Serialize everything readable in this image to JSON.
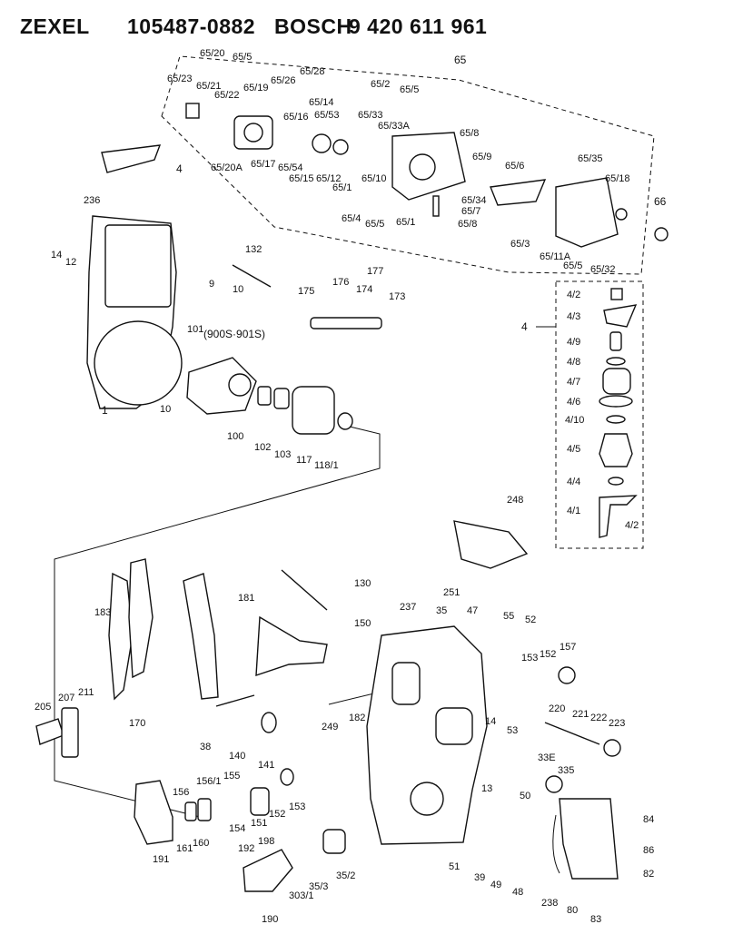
{
  "header": {
    "brand1": "ZEXEL",
    "code1": "105487-0882",
    "brand2": "BOSCH",
    "code2": "9 420 611 961"
  },
  "labels": [
    {
      "id": "65",
      "text": "65"
    },
    {
      "id": "65-20",
      "text": "65/20"
    },
    {
      "id": "65-5a",
      "text": "65/5"
    },
    {
      "id": "65-23",
      "text": "65/23"
    },
    {
      "id": "65-21",
      "text": "65/21"
    },
    {
      "id": "65-22",
      "text": "65/22"
    },
    {
      "id": "65-19",
      "text": "65/19"
    },
    {
      "id": "65-26",
      "text": "65/26"
    },
    {
      "id": "65-28",
      "text": "65/28"
    },
    {
      "id": "65-14",
      "text": "65/14"
    },
    {
      "id": "65-16",
      "text": "65/16"
    },
    {
      "id": "65-53",
      "text": "65/53"
    },
    {
      "id": "65-2",
      "text": "65/2"
    },
    {
      "id": "65-5b",
      "text": "65/5"
    },
    {
      "id": "65-33",
      "text": "65/33"
    },
    {
      "id": "65-33a",
      "text": "65/33A"
    },
    {
      "id": "65-8a",
      "text": "65/8"
    },
    {
      "id": "65-20a",
      "text": "65/20A"
    },
    {
      "id": "65-17",
      "text": "65/17"
    },
    {
      "id": "65-54",
      "text": "65/54"
    },
    {
      "id": "65-15",
      "text": "65/15"
    },
    {
      "id": "65-12",
      "text": "65/12"
    },
    {
      "id": "65-1a",
      "text": "65/1"
    },
    {
      "id": "65-10",
      "text": "65/10"
    },
    {
      "id": "65-9",
      "text": "65/9"
    },
    {
      "id": "65-6",
      "text": "65/6"
    },
    {
      "id": "65-35",
      "text": "65/35"
    },
    {
      "id": "65-18",
      "text": "65/18"
    },
    {
      "id": "65-34",
      "text": "65/34"
    },
    {
      "id": "65-7",
      "text": "65/7"
    },
    {
      "id": "65-8b",
      "text": "65/8"
    },
    {
      "id": "65-4",
      "text": "65/4"
    },
    {
      "id": "65-5c",
      "text": "65/5"
    },
    {
      "id": "65-1b",
      "text": "65/1"
    },
    {
      "id": "65-3",
      "text": "65/3"
    },
    {
      "id": "65-11a",
      "text": "65/11A"
    },
    {
      "id": "65-5d",
      "text": "65/5"
    },
    {
      "id": "65-32",
      "text": "65/32"
    },
    {
      "id": "66",
      "text": "66"
    },
    {
      "id": "4a",
      "text": "4"
    },
    {
      "id": "236",
      "text": "236"
    },
    {
      "id": "14a",
      "text": "14"
    },
    {
      "id": "12",
      "text": "12"
    },
    {
      "id": "132",
      "text": "132"
    },
    {
      "id": "9",
      "text": "9"
    },
    {
      "id": "10a",
      "text": "10"
    },
    {
      "id": "175",
      "text": "175"
    },
    {
      "id": "176",
      "text": "176"
    },
    {
      "id": "174",
      "text": "174"
    },
    {
      "id": "177",
      "text": "177"
    },
    {
      "id": "173",
      "text": "173"
    },
    {
      "id": "101",
      "text": "101"
    },
    {
      "id": "900s",
      "text": "(900S·901S)"
    },
    {
      "id": "1",
      "text": "1"
    },
    {
      "id": "10b",
      "text": "10"
    },
    {
      "id": "100",
      "text": "100"
    },
    {
      "id": "102",
      "text": "102"
    },
    {
      "id": "103",
      "text": "103"
    },
    {
      "id": "117",
      "text": "117"
    },
    {
      "id": "118-1",
      "text": "118/1"
    },
    {
      "id": "4b",
      "text": "4"
    },
    {
      "id": "4-2a",
      "text": "4/2"
    },
    {
      "id": "4-3",
      "text": "4/3"
    },
    {
      "id": "4-9",
      "text": "4/9"
    },
    {
      "id": "4-8",
      "text": "4/8"
    },
    {
      "id": "4-7",
      "text": "4/7"
    },
    {
      "id": "4-6",
      "text": "4/6"
    },
    {
      "id": "4-10",
      "text": "4/10"
    },
    {
      "id": "4-5",
      "text": "4/5"
    },
    {
      "id": "4-4",
      "text": "4/4"
    },
    {
      "id": "4-1",
      "text": "4/1"
    },
    {
      "id": "4-2b",
      "text": "4/2"
    },
    {
      "id": "248",
      "text": "248"
    },
    {
      "id": "183",
      "text": "183"
    },
    {
      "id": "181",
      "text": "181"
    },
    {
      "id": "130",
      "text": "130"
    },
    {
      "id": "150",
      "text": "150"
    },
    {
      "id": "251",
      "text": "251"
    },
    {
      "id": "55",
      "text": "55"
    },
    {
      "id": "52",
      "text": "52"
    },
    {
      "id": "237",
      "text": "237"
    },
    {
      "id": "35",
      "text": "35"
    },
    {
      "id": "47",
      "text": "47"
    },
    {
      "id": "153a",
      "text": "153"
    },
    {
      "id": "152a",
      "text": "152"
    },
    {
      "id": "157",
      "text": "157"
    },
    {
      "id": "205",
      "text": "205"
    },
    {
      "id": "207",
      "text": "207"
    },
    {
      "id": "211",
      "text": "211"
    },
    {
      "id": "170",
      "text": "170"
    },
    {
      "id": "38",
      "text": "38"
    },
    {
      "id": "140",
      "text": "140"
    },
    {
      "id": "141",
      "text": "141"
    },
    {
      "id": "249",
      "text": "249"
    },
    {
      "id": "182",
      "text": "182"
    },
    {
      "id": "220",
      "text": "220"
    },
    {
      "id": "221",
      "text": "221"
    },
    {
      "id": "222",
      "text": "222"
    },
    {
      "id": "223",
      "text": "223"
    },
    {
      "id": "14b",
      "text": "14"
    },
    {
      "id": "53",
      "text": "53"
    },
    {
      "id": "336",
      "text": "33E"
    },
    {
      "id": "335",
      "text": "335"
    },
    {
      "id": "155",
      "text": "155"
    },
    {
      "id": "156-1",
      "text": "156/1"
    },
    {
      "id": "156",
      "text": "156"
    },
    {
      "id": "153b",
      "text": "153"
    },
    {
      "id": "152b",
      "text": "152"
    },
    {
      "id": "151",
      "text": "151"
    },
    {
      "id": "154",
      "text": "154"
    },
    {
      "id": "161",
      "text": "161"
    },
    {
      "id": "160",
      "text": "160"
    },
    {
      "id": "191",
      "text": "191"
    },
    {
      "id": "13",
      "text": "13"
    },
    {
      "id": "50",
      "text": "50"
    },
    {
      "id": "84",
      "text": "84"
    },
    {
      "id": "86",
      "text": "86"
    },
    {
      "id": "82",
      "text": "82"
    },
    {
      "id": "192",
      "text": "192"
    },
    {
      "id": "198",
      "text": "198"
    },
    {
      "id": "35-3",
      "text": "35/3"
    },
    {
      "id": "35-2",
      "text": "35/2"
    },
    {
      "id": "303-1",
      "text": "303/1"
    },
    {
      "id": "190",
      "text": "190"
    },
    {
      "id": "51",
      "text": "51"
    },
    {
      "id": "39",
      "text": "39"
    },
    {
      "id": "49",
      "text": "49"
    },
    {
      "id": "48",
      "text": "48"
    },
    {
      "id": "238",
      "text": "238"
    },
    {
      "id": "80",
      "text": "80"
    },
    {
      "id": "83",
      "text": "83"
    }
  ]
}
